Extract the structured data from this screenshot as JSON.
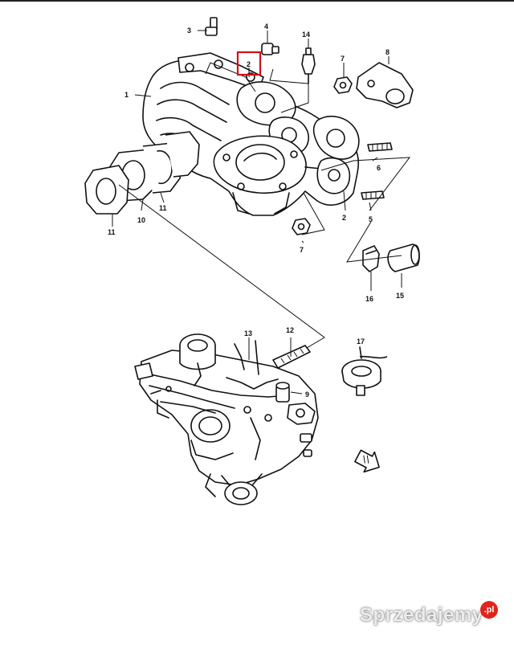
{
  "diagram": {
    "callouts": {
      "c1": "1",
      "c2": "2",
      "c3": "3",
      "c4": "4",
      "c5": "5",
      "c6": "6",
      "c7a": "7",
      "c7b": "7",
      "c8": "8",
      "c9": "9",
      "c10": "10",
      "c11a": "11",
      "c11b": "11",
      "c12": "12",
      "c13": "13",
      "c14": "14",
      "c15": "15",
      "c16": "16",
      "c17": "17",
      "c2b": "2"
    },
    "highlighted_callout": "2",
    "highlight_color": "#d0101a"
  },
  "watermark": {
    "text": "Sprzedajemy",
    "badge": ".pl",
    "badge_color": "#e2231a"
  }
}
